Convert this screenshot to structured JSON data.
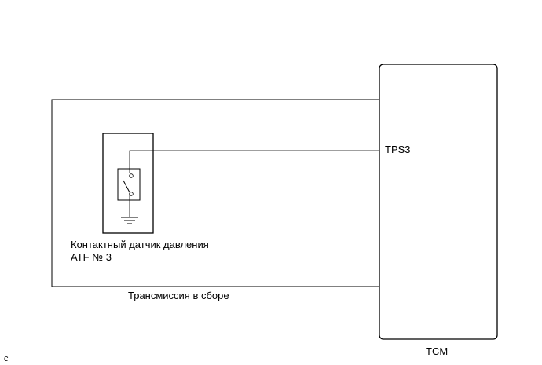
{
  "diagram": {
    "assembly_label": "Трансмиссия в сборе",
    "sensor_label_line1": "Контактный датчик давления",
    "sensor_label_line2": "ATF № 3",
    "pin_label": "TPS3",
    "ecu_label": "TCM",
    "corner_mark": "c"
  }
}
